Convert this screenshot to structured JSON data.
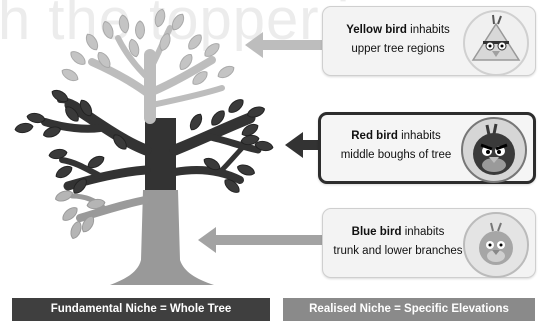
{
  "watermark": "h the topper in yo",
  "birds": [
    {
      "name_bold": "Yellow bird",
      "rest": " inhabits",
      "line2": "upper tree regions",
      "icon": "yellow-bird-icon"
    },
    {
      "name_bold": "Red bird",
      "rest": " inhabits",
      "line2": "middle boughs of tree",
      "icon": "red-bird-icon"
    },
    {
      "name_bold": "Blue bird",
      "rest": " inhabits",
      "line2": "trunk and lower branches",
      "icon": "blue-bird-icon"
    }
  ],
  "footer": {
    "left": "Fundamental Niche = Whole Tree",
    "right": "Realised Niche = Specific Elevations"
  }
}
